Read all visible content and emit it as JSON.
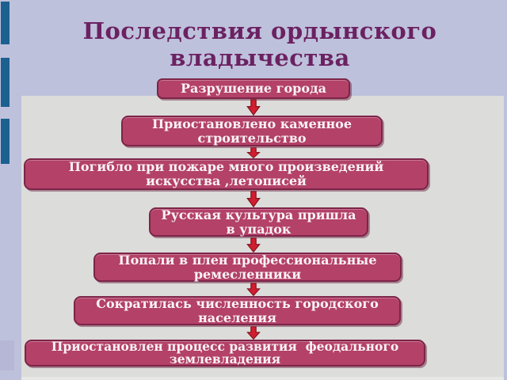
{
  "slide": {
    "title": "Последствия ордынского\nвладычества"
  },
  "flow": {
    "steps": [
      {
        "label": "Разрушение города"
      },
      {
        "label": "Приостановлено каменное\nстроительство"
      },
      {
        "label": "Погибло при пожаре много произведений\nискусства ,летописей"
      },
      {
        "label": "Русская культура пришла\nв упадок"
      },
      {
        "label": "Попали в плен профессиональные\nремесленники"
      },
      {
        "label": "Сократилась численность городского\nнаселения"
      },
      {
        "label": "Приостановлен процесс развития  феодального\nземлевладения"
      }
    ]
  },
  "icons": {
    "connector": "arrow-down-icon"
  },
  "colors": {
    "background": "#bec1db",
    "panel": "#dcdcda",
    "accent_bar": "#1c6090",
    "box_fill": "#b34168",
    "box_border": "#7d2448",
    "box_text": "#faf3f6",
    "title_text": "#6b2162",
    "arrow_fill": "#d01f2e",
    "arrow_border": "#841323"
  }
}
